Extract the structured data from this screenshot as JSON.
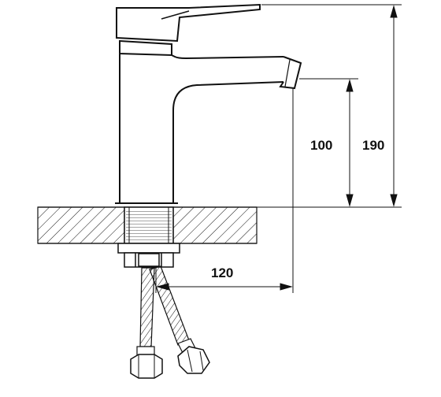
{
  "dimensions": {
    "spout_height": "100",
    "total_height": "190",
    "spout_reach": "120"
  },
  "colors": {
    "line": "#111111",
    "background": "#ffffff"
  }
}
